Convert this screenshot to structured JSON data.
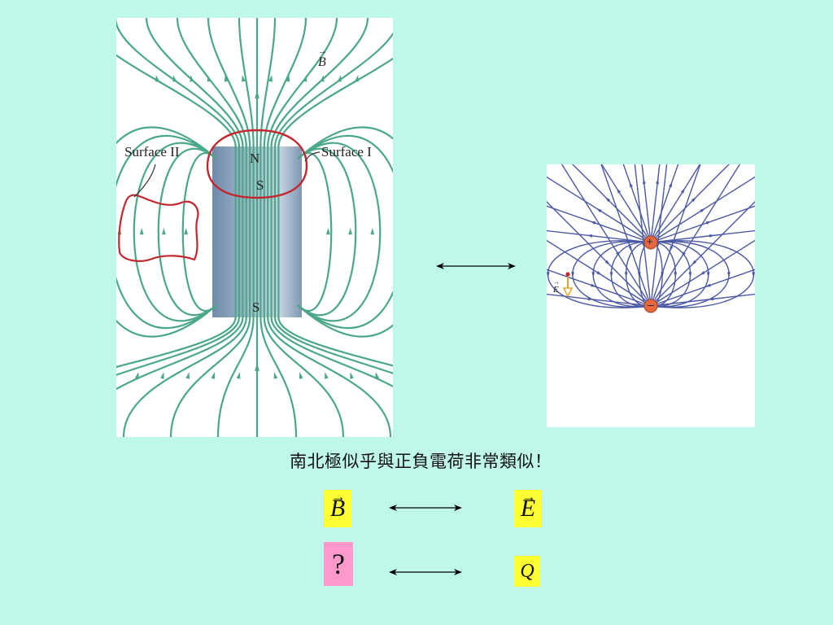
{
  "magnet_figure": {
    "surface_two_label": "Surface II",
    "surface_one_label": "Surface I",
    "pole_north": "N",
    "pole_south_top": "S",
    "pole_south_bottom": "S",
    "field_vector_label": "B",
    "colors": {
      "field_line": "#4aa887",
      "surface": "#c4262e",
      "magnet": "#7f9ab7"
    }
  },
  "dipole_figure": {
    "positive_charge": "+",
    "negative_charge": "–",
    "field_vector_label": "E",
    "colors": {
      "field_line": "#4b58a5",
      "charge": "#e66a3f",
      "vector": "#e8a52d"
    }
  },
  "caption": "南北極似乎與正負電荷非常類似！",
  "comparison": {
    "row1_left": "B",
    "row1_right": "E",
    "row2_left": "?",
    "row2_right": "Q",
    "colors": {
      "highlight_yellow": "#ffff33",
      "highlight_pink": "#ff99cc"
    }
  },
  "icons": [
    "double-arrow-icon",
    "double-arrow-icon",
    "double-arrow-icon"
  ]
}
